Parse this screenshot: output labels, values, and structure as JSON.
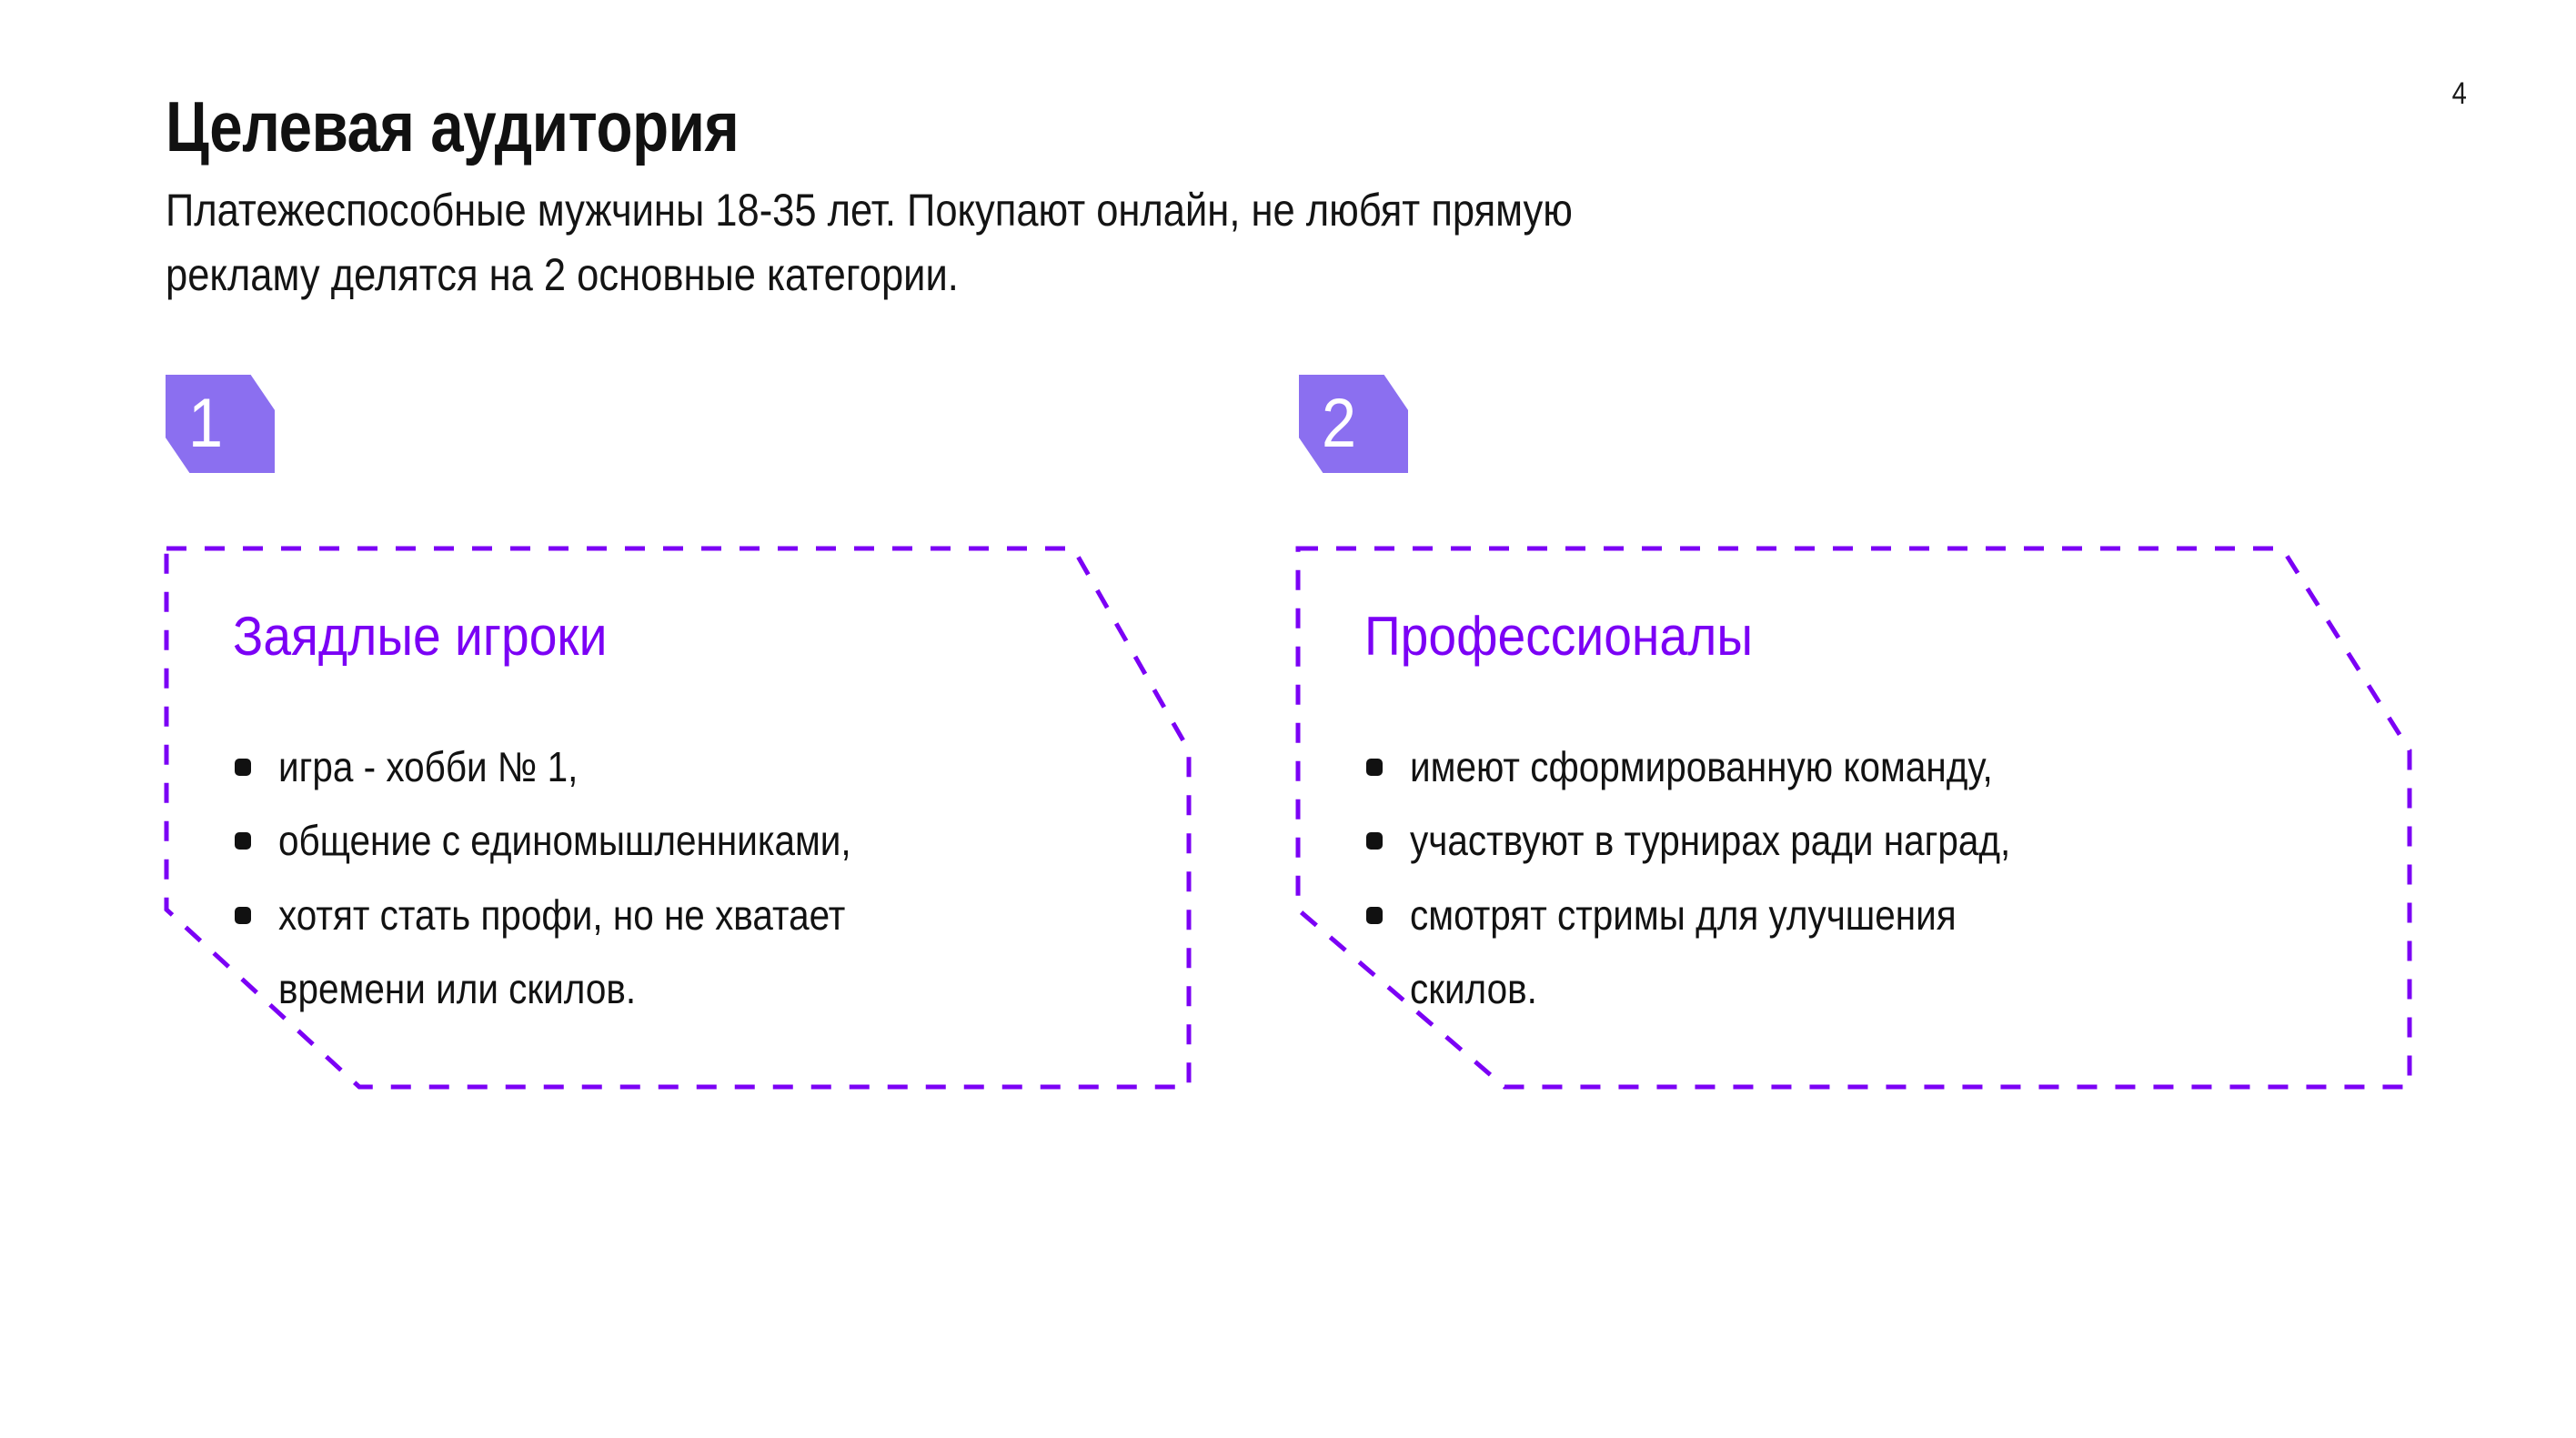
{
  "slide": {
    "title": "Целевая аудитория",
    "page_number": "4",
    "background_color": "#ffffff",
    "accent_color": "#7b00f5",
    "badge_color": "#8b6ff0",
    "text_color": "#121212"
  },
  "intro": {
    "line1": "Платежеспособные мужчины 18-35 лет. Покупают онлайн, не любят прямую",
    "line2": "рекламу делятся на 2 основные категории."
  },
  "badges": [
    {
      "label": "1"
    },
    {
      "label": "2"
    }
  ],
  "cards": [
    {
      "heading": "Заядлые игроки",
      "bullets": [
        "игра - хобби № 1,",
        "общение с единомышленниками,",
        "хотят стать профи, но не хватает",
        "времени или скилов."
      ]
    },
    {
      "heading": "Профессионалы",
      "bullets": [
        "имеют сформированную команду,",
        "участвуют в турнирах ради наград,",
        "смотрят стримы для улучшения",
        "скилов."
      ]
    }
  ]
}
